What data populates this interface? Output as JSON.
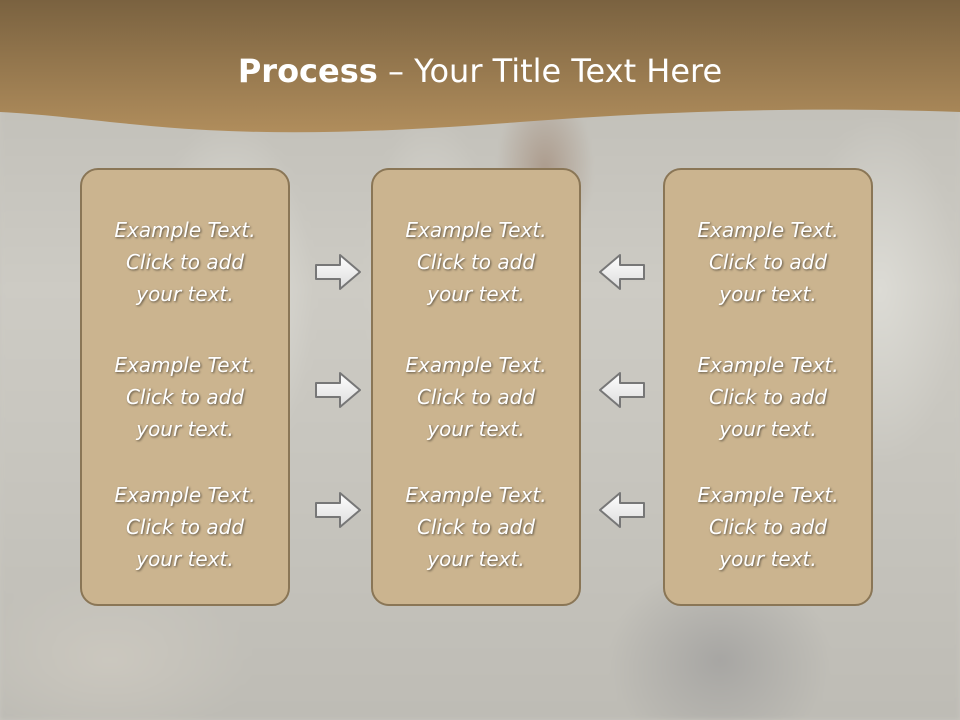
{
  "title": {
    "bold": "Process",
    "rest": " – Your Title Text Here"
  },
  "colors": {
    "header_dark": "#7a6240",
    "header_light": "#b08d5c",
    "box_fill": "#cbb48f",
    "box_border": "#8a7656",
    "arrow_stroke": "#777777"
  },
  "columns": [
    {
      "items": [
        "Example Text.\nClick  to add\nyour text.",
        "Example Text.\nClick  to add\nyour text.",
        "Example Text.\nClick  to add\nyour text."
      ]
    },
    {
      "items": [
        "Example Text.\nClick  to add\nyour text.",
        "Example Text.\nClick  to add\nyour text.",
        "Example Text.\nClick  to add\nyour text."
      ]
    },
    {
      "items": [
        "Example Text.\nClick  to add\nyour text.",
        "Example Text.\nClick  to add\nyour text.",
        "Example Text.\nClick  to add\nyour text."
      ]
    }
  ],
  "arrows": {
    "left_group_direction": "right",
    "right_group_direction": "left"
  }
}
